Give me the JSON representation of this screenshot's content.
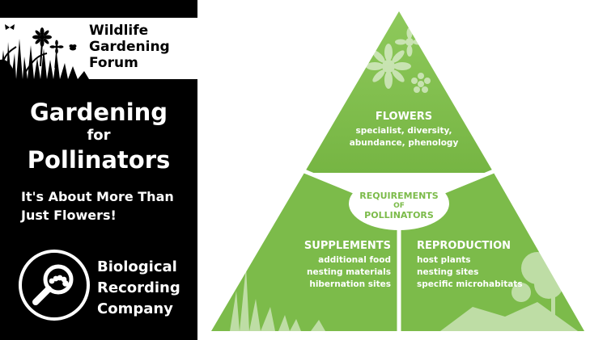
{
  "forum": {
    "title_lines": [
      "Wildlife",
      "Gardening",
      "Forum"
    ]
  },
  "headline": {
    "line1": "Gardening",
    "line2": "for",
    "line3": "Pollinators"
  },
  "tagline": {
    "line1": "It's About More Than",
    "line2": "Just Flowers!"
  },
  "organisation": {
    "lines": [
      "Biological",
      "Recording",
      "Company"
    ]
  },
  "pyramid": {
    "center": {
      "line1": "REQUIREMENTS",
      "line2": "OF",
      "line3": "POLLINATORS"
    },
    "flowers": {
      "title": "FLOWERS",
      "lines": [
        "specialist, diversity,",
        "abundance, phenology"
      ]
    },
    "supplements": {
      "title": "SUPPLEMENTS",
      "lines": [
        "additional food",
        "nesting materials",
        "hibernation sites"
      ]
    },
    "reproduction": {
      "title": "REPRODUCTION",
      "lines": [
        "host plants",
        "nesting sites",
        "specific microhabitats"
      ]
    }
  },
  "colors": {
    "panel": "#000000",
    "pyramid_green": "#7cbb4a",
    "text_white": "#ffffff"
  }
}
